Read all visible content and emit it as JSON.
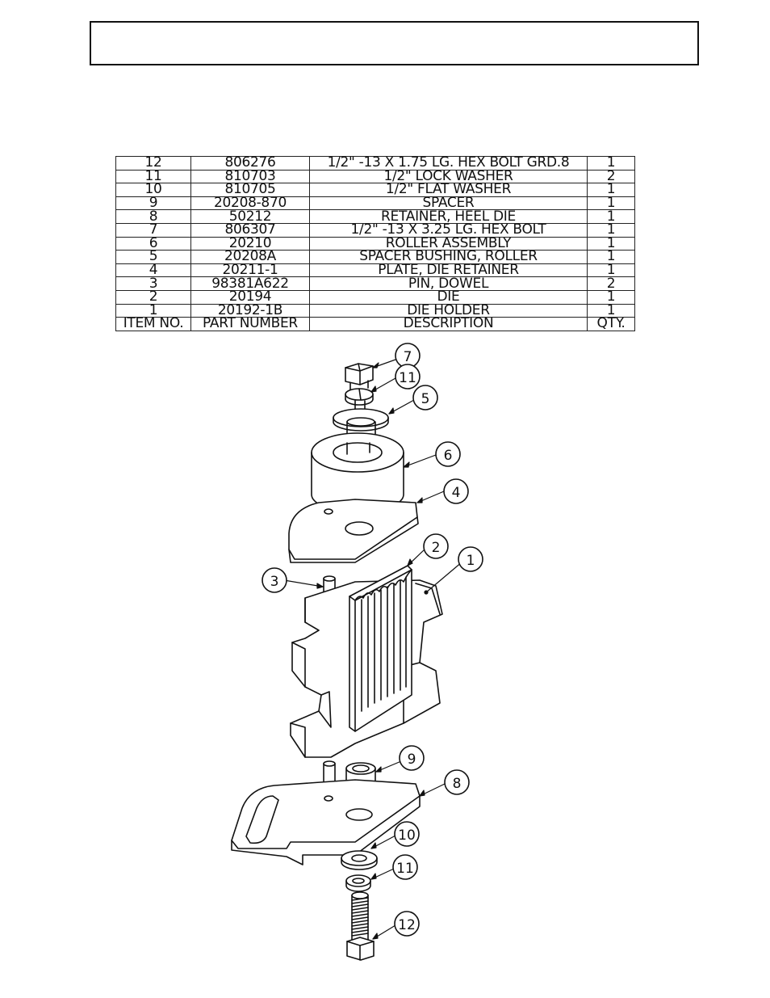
{
  "bom": {
    "headers": [
      "ITEM NO.",
      "PART NUMBER",
      "DESCRIPTION",
      "QTY."
    ],
    "rows": [
      [
        "12",
        "806276",
        "1/2\" -13 X 1.75 LG. HEX BOLT GRD.8",
        "1"
      ],
      [
        "11",
        "810703",
        "1/2\" LOCK WASHER",
        "2"
      ],
      [
        "10",
        "810705",
        "1/2\" FLAT WASHER",
        "1"
      ],
      [
        "9",
        "20208-870",
        "SPACER",
        "1"
      ],
      [
        "8",
        "50212",
        "RETAINER, HEEL DIE",
        "1"
      ],
      [
        "7",
        "806307",
        "1/2\" -13  X  3.25 LG. HEX BOLT",
        "1"
      ],
      [
        "6",
        "20210",
        "ROLLER ASSEMBLY",
        "1"
      ],
      [
        "5",
        "20208A",
        "SPACER BUSHING, ROLLER",
        "1"
      ],
      [
        "4",
        "20211-1",
        "PLATE, DIE RETAINER",
        "1"
      ],
      [
        "3",
        "98381A622",
        "PIN, DOWEL",
        "2"
      ],
      [
        "2",
        "20194",
        "DIE",
        "1"
      ],
      [
        "1",
        "20192-1B",
        "DIE HOLDER",
        "1"
      ]
    ]
  },
  "balloons": {
    "b7": "7",
    "b11a": "11",
    "b5": "5",
    "b6": "6",
    "b4": "4",
    "b2": "2",
    "b1": "1",
    "b3": "3",
    "b9": "9",
    "b8": "8",
    "b10": "10",
    "b11b": "11",
    "b12": "12"
  }
}
